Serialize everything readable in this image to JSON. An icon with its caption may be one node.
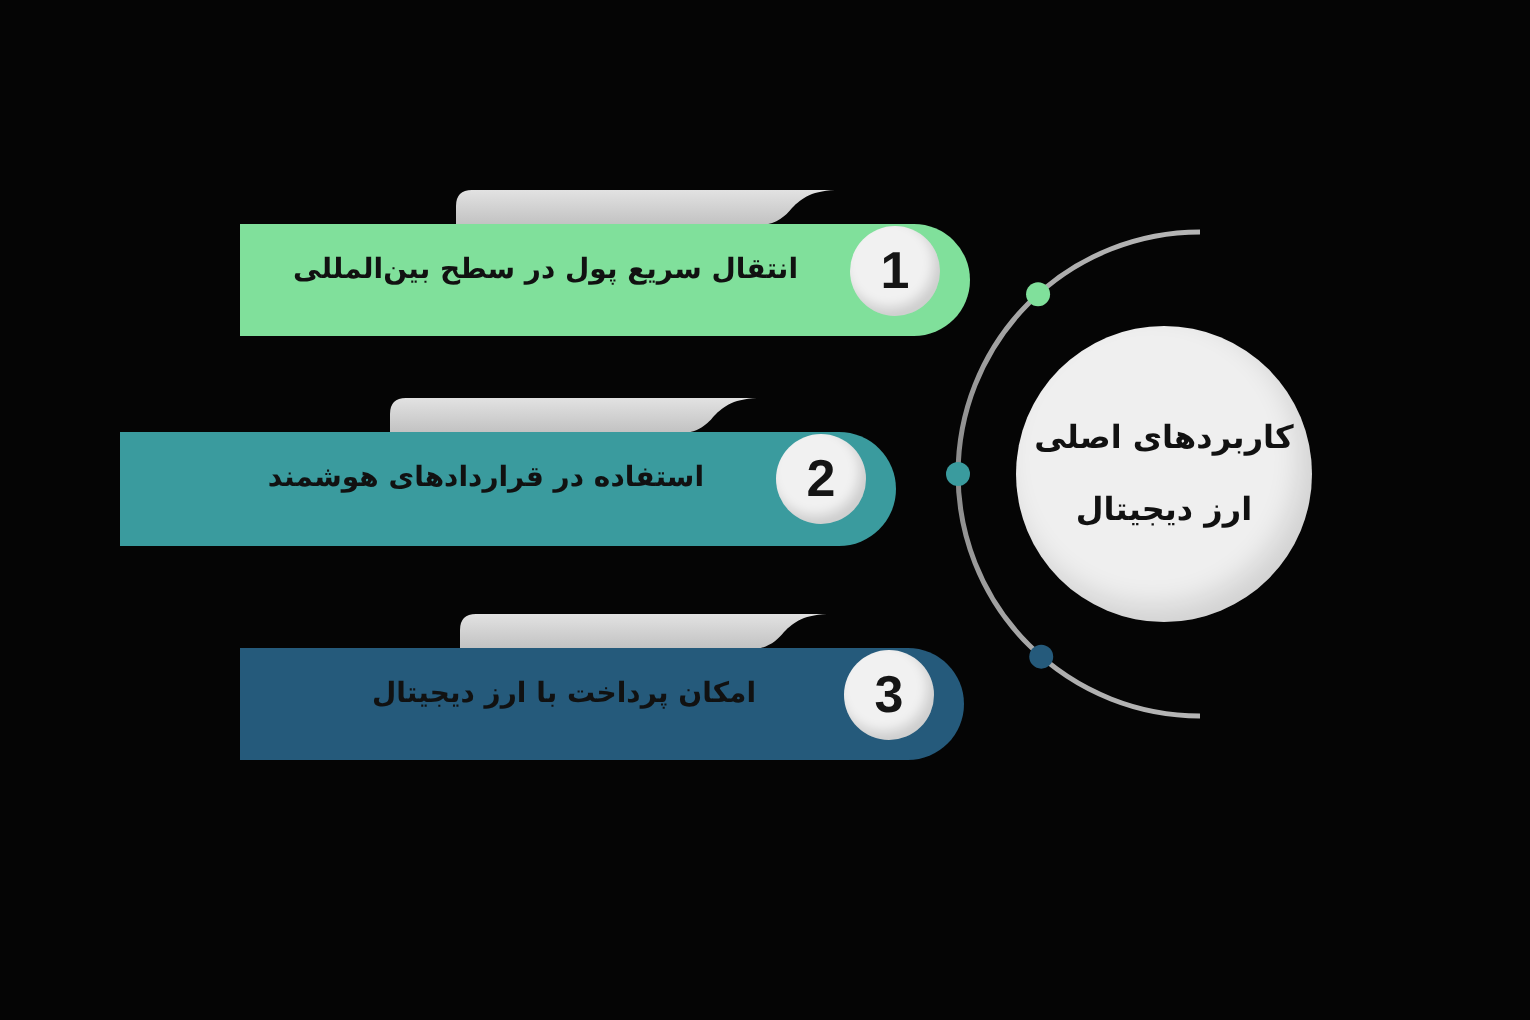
{
  "diagram": {
    "nodes": [
      {
        "text": [
          "کاربردهای اصلی ارز دیجیتال"
        ]
      },
      {
        "text": [],
        "shape": "bar"
      },
      {
        "text": [
          "انتقال سریع پول در سطح بین‌المللی"
        ]
      },
      {
        "text": [
          "1"
        ],
        "in": 2
      },
      {
        "text": [],
        "shape": "bar"
      },
      {
        "text": [
          "استفاده در قراردادهای هوشمند"
        ]
      },
      {
        "text": [
          "2"
        ],
        "in": 5
      },
      {
        "text": [],
        "shape": "bar"
      },
      {
        "text": [
          "امکان پرداخت با ارز دیجیتال"
        ]
      },
      {
        "text": [
          "3"
        ],
        "in": 8
      }
    ]
  }
}
